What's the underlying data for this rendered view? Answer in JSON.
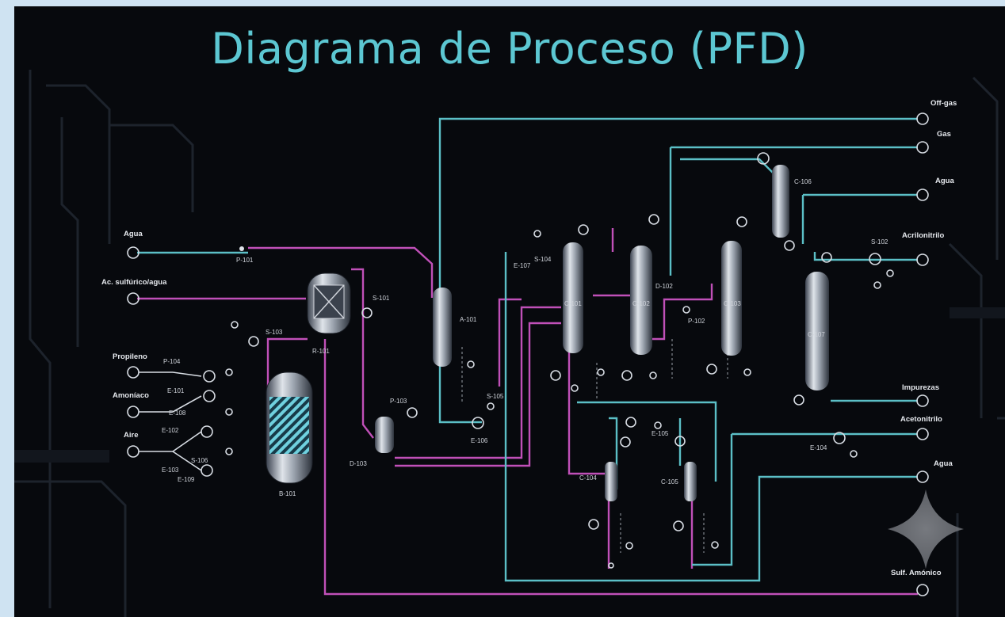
{
  "title": "Diagrama de Proceso (PFD)",
  "inputs": [
    "Agua",
    "Ac. sulfúrico/agua",
    "Propileno",
    "Amoníaco",
    "Aire"
  ],
  "outputs": [
    "Off-gas",
    "Gas",
    "Agua",
    "Acrilonitrilo",
    "Impurezas",
    "Acetonitrilo",
    "Agua",
    "Sulf. Amónico"
  ],
  "equipment": [
    "P-101",
    "R-101",
    "B-101",
    "A-101",
    "C-101",
    "C-102",
    "C-103",
    "C-104",
    "C-105",
    "C-106",
    "C-107",
    "D-102",
    "D-103",
    "E-101",
    "E-102",
    "E-103",
    "E-104",
    "E-105",
    "E-106",
    "E-107",
    "E-108",
    "E-109",
    "P-102",
    "P-103",
    "P-104",
    "S-101",
    "S-102",
    "S-103",
    "S-104",
    "S-105",
    "S-106"
  ],
  "colors": {
    "title": "#5cc7d2",
    "stream_aqueous": "#5bbfc6",
    "stream_process": "#c050b8",
    "background": "#07090d"
  }
}
